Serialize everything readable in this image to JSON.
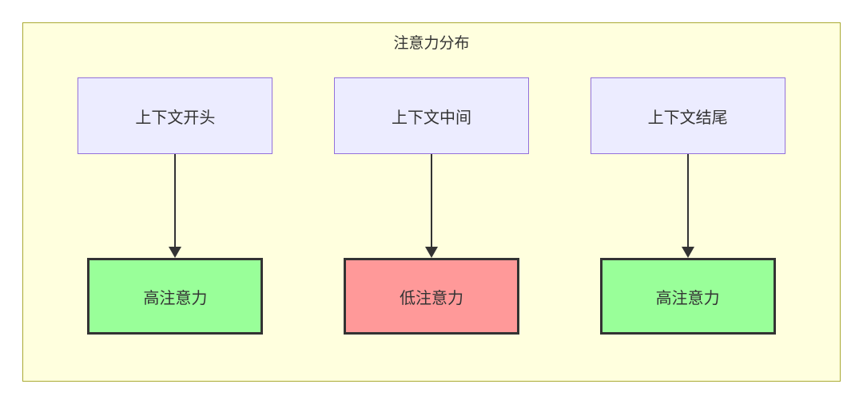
{
  "diagram": {
    "title": "注意力分布",
    "columns": [
      {
        "source": "上下文开头",
        "target": "高注意力",
        "target_type": "high"
      },
      {
        "source": "上下文中间",
        "target": "低注意力",
        "target_type": "low"
      },
      {
        "source": "上下文结尾",
        "target": "高注意力",
        "target_type": "high"
      }
    ],
    "colors": {
      "container_fill": "#ffffde",
      "container_border": "#aaaa33",
      "node_fill": "#ececff",
      "node_border": "#9370db",
      "high_fill": "#99ff99",
      "low_fill": "#ff9999",
      "result_border": "#333333",
      "text": "#333333",
      "arrow": "#333333"
    }
  }
}
